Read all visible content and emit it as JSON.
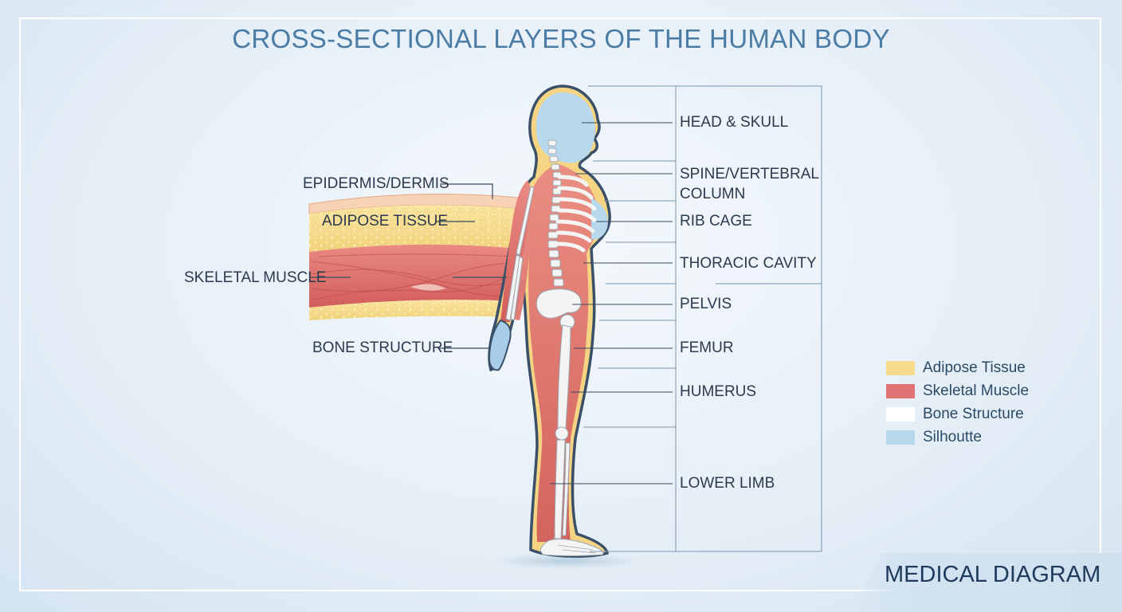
{
  "title": "CROSS-SECTIONAL LAYERS OF THE HUMAN BODY",
  "left_labels": {
    "epidermis": "EPIDERMIS/DERMIS",
    "adipose": "ADIPOSE TISSUE",
    "muscle": "SKELETAL MUSCLE",
    "bone": "BONE STRUCTURE"
  },
  "right_labels": {
    "head": "HEAD & SKULL",
    "spine_1": "SPINE/VERTEBRAL",
    "spine_2": "COLUMN",
    "rib": "RIB CAGE",
    "thoracic": "THORACIC CAVITY",
    "pelvis": "PELVIS",
    "femur": "FEMUR",
    "humerus": "HUMERUS",
    "lower_limb": "LOWER LIMB"
  },
  "legend": [
    {
      "label": "Adipose Tissue",
      "color": "#f6dc8c"
    },
    {
      "label": "Skeletal Muscle",
      "color": "#e07474"
    },
    {
      "label": "Bone Structure",
      "color": "#ffffff"
    },
    {
      "label": "Silhoutte",
      "color": "#b8d8ee"
    }
  ],
  "badge": "MEDICAL DIAGRAM"
}
